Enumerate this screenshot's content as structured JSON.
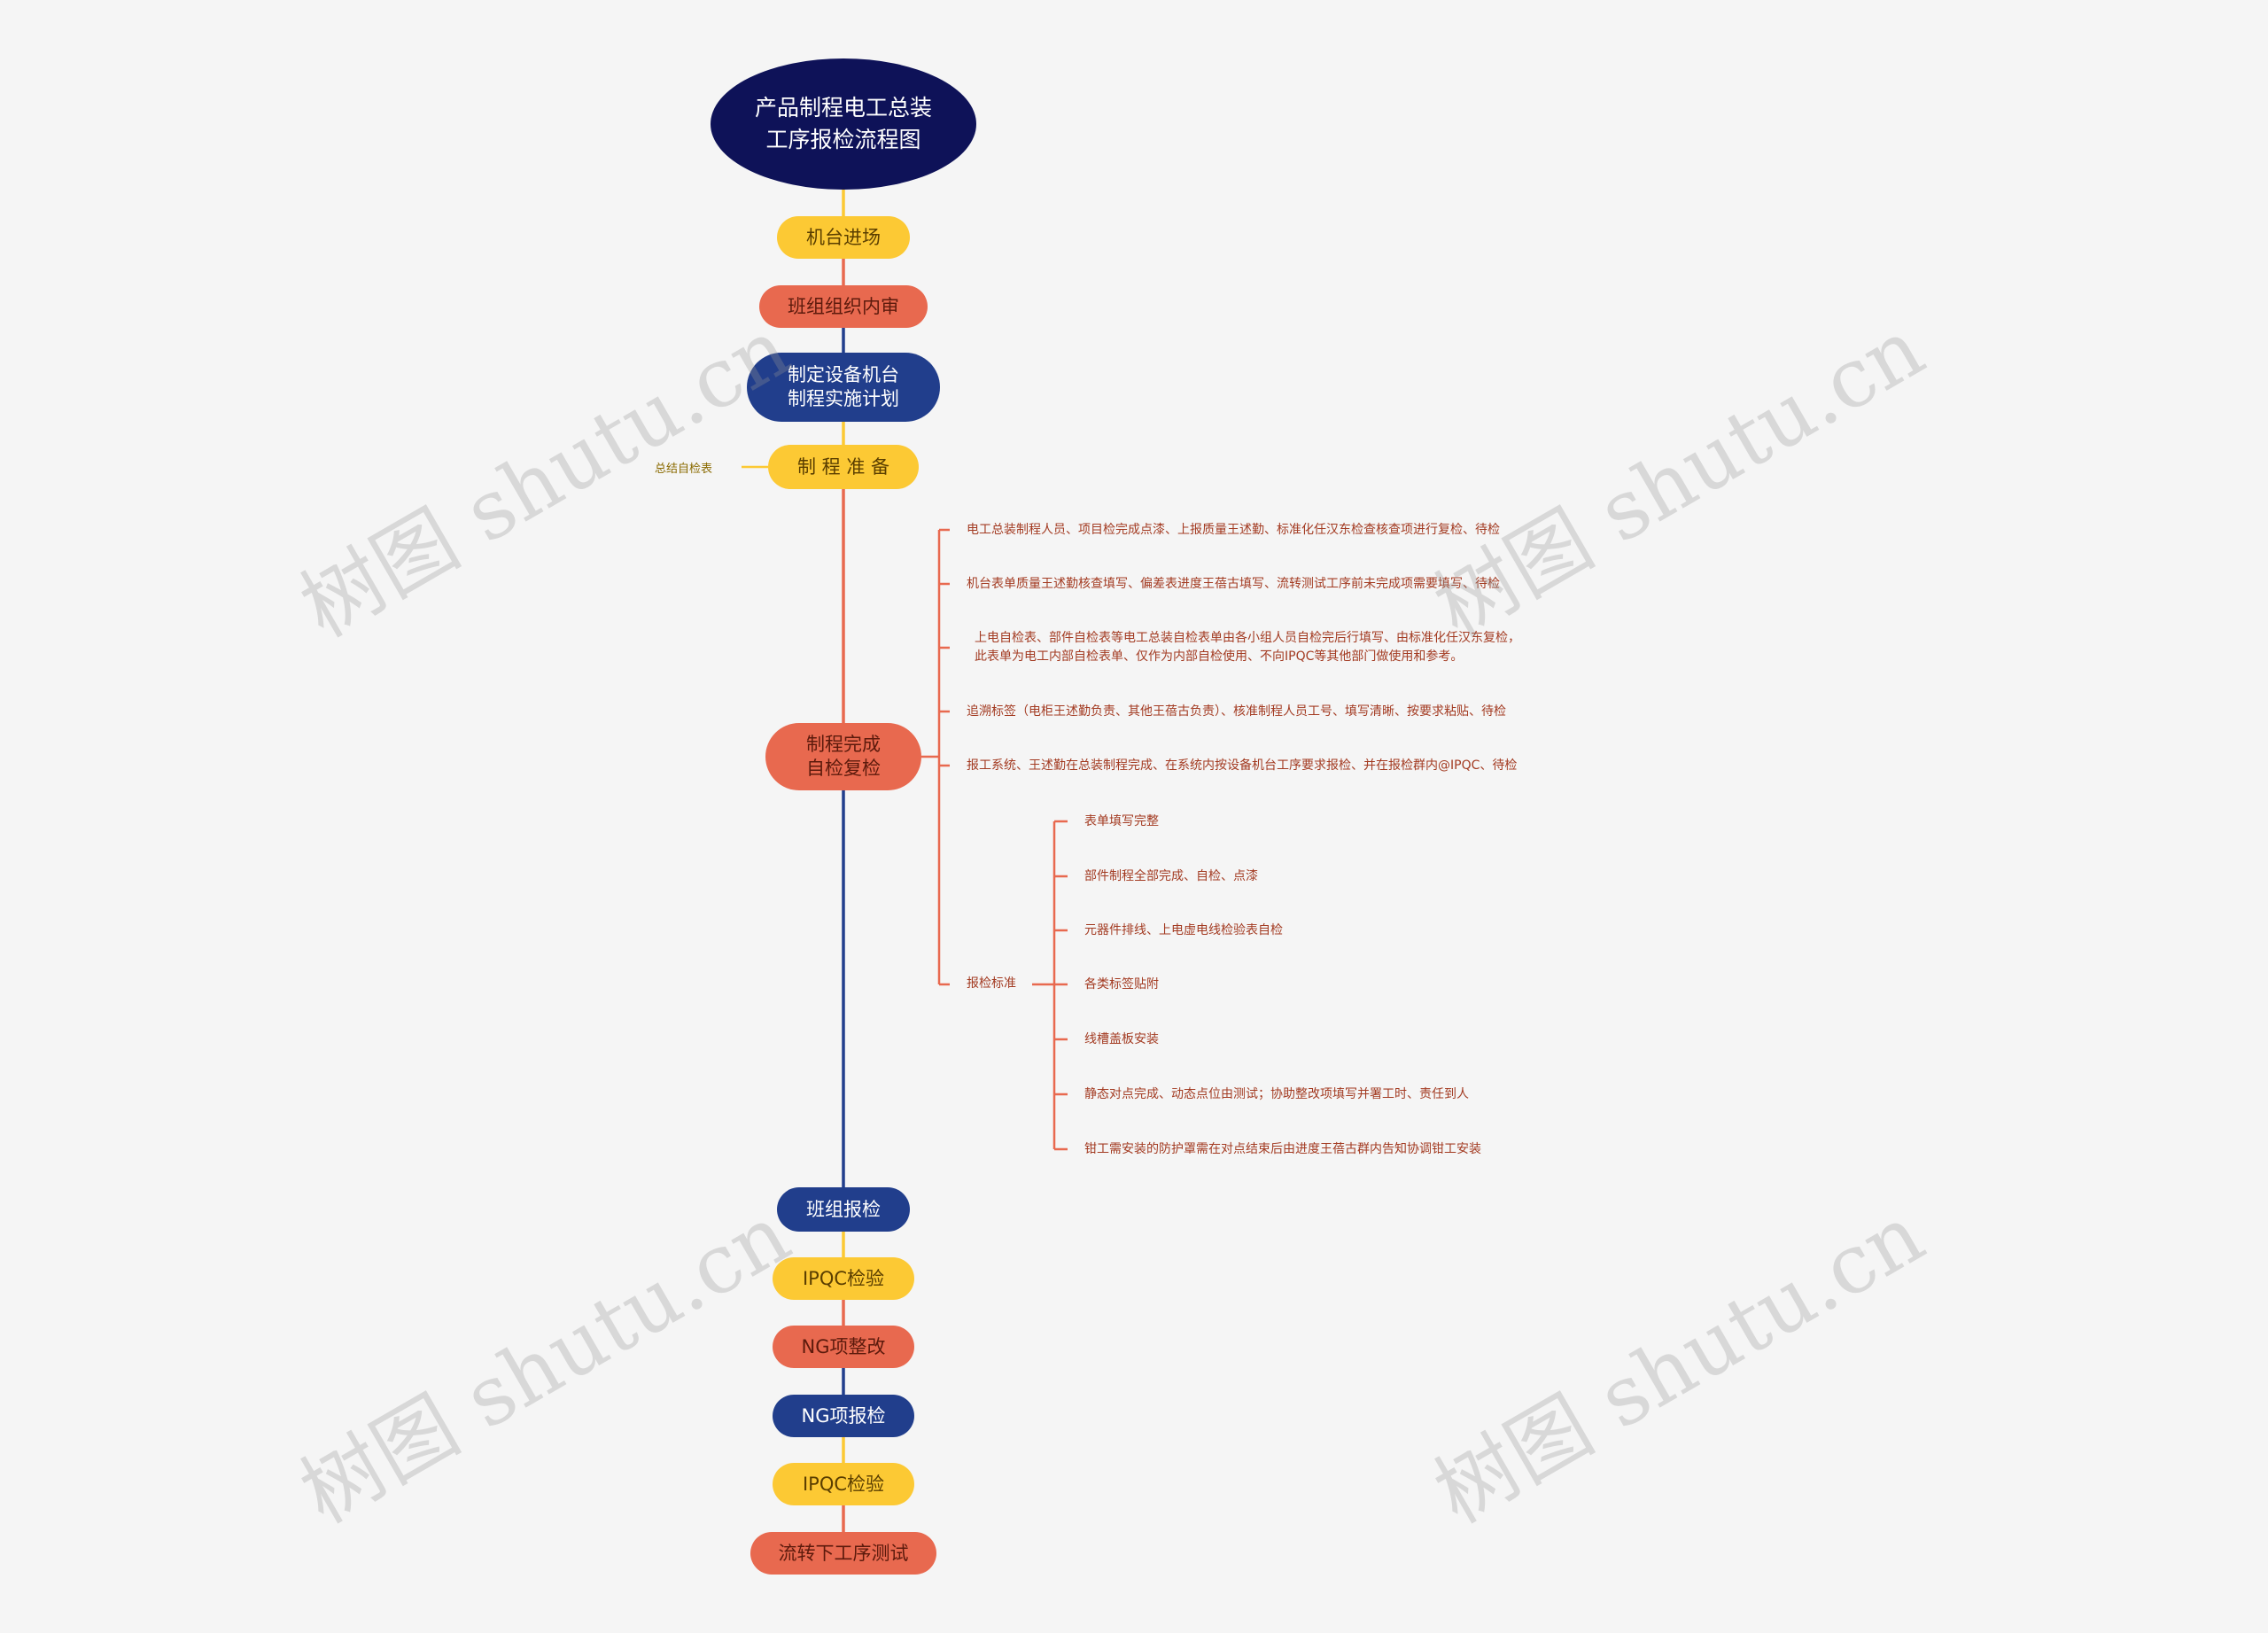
{
  "root": "产品制程电工总装\n工序报检流程图",
  "spine": [
    {
      "id": "jitai",
      "label": "机台进场",
      "style": "yellow"
    },
    {
      "id": "banzu-neishen",
      "label": "班组组织内审",
      "style": "orange"
    },
    {
      "id": "zhiding",
      "label": "制定设备机台\n制程实施计划",
      "style": "blue"
    },
    {
      "id": "zhicheng-zhunbei",
      "label": "制 程 准 备",
      "style": "yellow"
    },
    {
      "id": "zhicheng-wancheng",
      "label": "制程完成\n自检复检",
      "style": "orange"
    },
    {
      "id": "banzu-baojian",
      "label": "班组报检",
      "style": "blue"
    },
    {
      "id": "ipqc-1",
      "label": "IPQC检验",
      "style": "yellow"
    },
    {
      "id": "ng-zhenggai",
      "label": "NG项整改",
      "style": "orange"
    },
    {
      "id": "ng-baojian",
      "label": "NG项报检",
      "style": "blue"
    },
    {
      "id": "ipqc-2",
      "label": "IPQC检验",
      "style": "yellow"
    },
    {
      "id": "liuzhuan",
      "label": "流转下工序测试",
      "style": "orange"
    }
  ],
  "prep_note": "总结自检表",
  "details": [
    "电工总装制程人员、项目检完成点漆、上报质量王述勤、标准化任汉东检查核查项进行复检、待检",
    "机台表单质量王述勤核查填写、偏差表进度王蓓古填写、流转测试工序前未完成项需要填写、待检",
    "上电自检表、部件自检表等电工总装自检表单由各小组人员自检完后行填写、由标准化任汉东复检，\n此表单为电工内部自检表单、仅作为内部自检使用、不向IPQC等其他部门做使用和参考。",
    "追溯标签（电柜王述勤负责、其他王蓓古负责）、核准制程人员工号、填写清晰、按要求粘贴、待检",
    "报工系统、王述勤在总装制程完成、在系统内按设备机台工序要求报检、并在报检群内@IPQC、待检"
  ],
  "criteria_label": "报检标准",
  "criteria": [
    "表单填写完整",
    "部件制程全部完成、自检、点漆",
    "元器件排线、上电虚电线检验表自检",
    "各类标签贴附",
    "线槽盖板安装",
    "静态对点完成、动态点位由测试；协助整改项填写并署工时、责任到人",
    "钳工需安装的防护罩需在对点结束后由进度王蓓古群内告知协调钳工安装"
  ],
  "watermark": "树图 shutu.cn",
  "colors": {
    "yellow": "#fcc934",
    "orange": "#e8694f",
    "blue": "#213e8c",
    "root": "#0e1258",
    "leaf_text": "#a33b22",
    "background": "#f5f5f5"
  }
}
